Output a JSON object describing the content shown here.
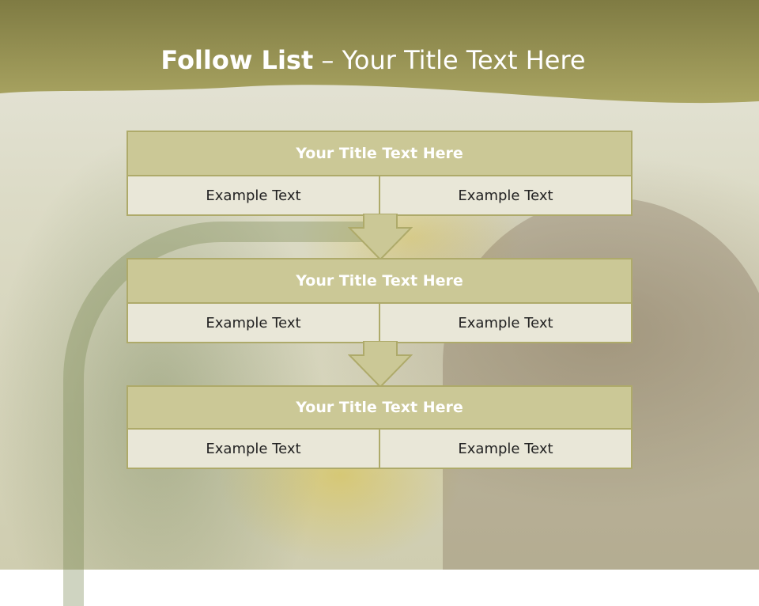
{
  "slide": {
    "title_bold": "Follow List",
    "title_rest": " – Your Title Text Here"
  },
  "colors": {
    "header_olive": "#a6a25e",
    "box_fill": "#cbc896",
    "box_border": "#aeaa6a",
    "cell_fill": "#e9e7d8"
  },
  "steps": [
    {
      "title": "Your Title Text Here",
      "left": "Example Text",
      "right": "Example Text"
    },
    {
      "title": "Your Title Text Here",
      "left": "Example Text",
      "right": "Example Text"
    },
    {
      "title": "Your Title Text Here",
      "left": "Example Text",
      "right": "Example Text"
    }
  ]
}
